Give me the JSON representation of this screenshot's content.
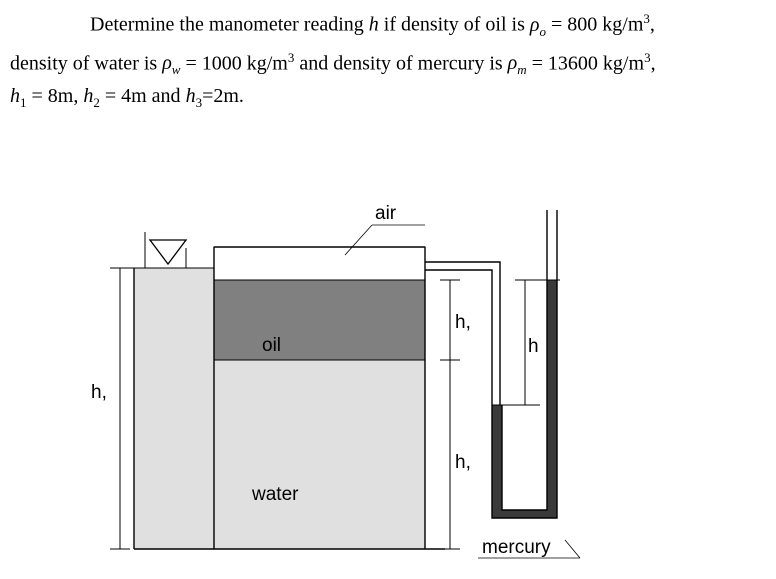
{
  "problem": {
    "line1": "Determine the manometer reading h if density of oil is ρo = 800 kg/m3,",
    "line2": "density of water is ρw = 1000 kg/m3 and density of mercury is ρm = 13600 kg/m3,",
    "line3": "h1 = 8m, h2 = 4m and h3=2m."
  },
  "figure": {
    "labels": {
      "air": "air",
      "oil": "oil",
      "water": "water",
      "mercury": "mercury",
      "h1": "h,",
      "h2": "h,",
      "h3": "h,",
      "h": "h"
    }
  },
  "colors": {
    "water_fill": "#e0e0e0",
    "oil_fill": "#808080",
    "air_fill": "#ffffff",
    "mercury_fill": "#3a3a3a",
    "outline": "#000000"
  }
}
